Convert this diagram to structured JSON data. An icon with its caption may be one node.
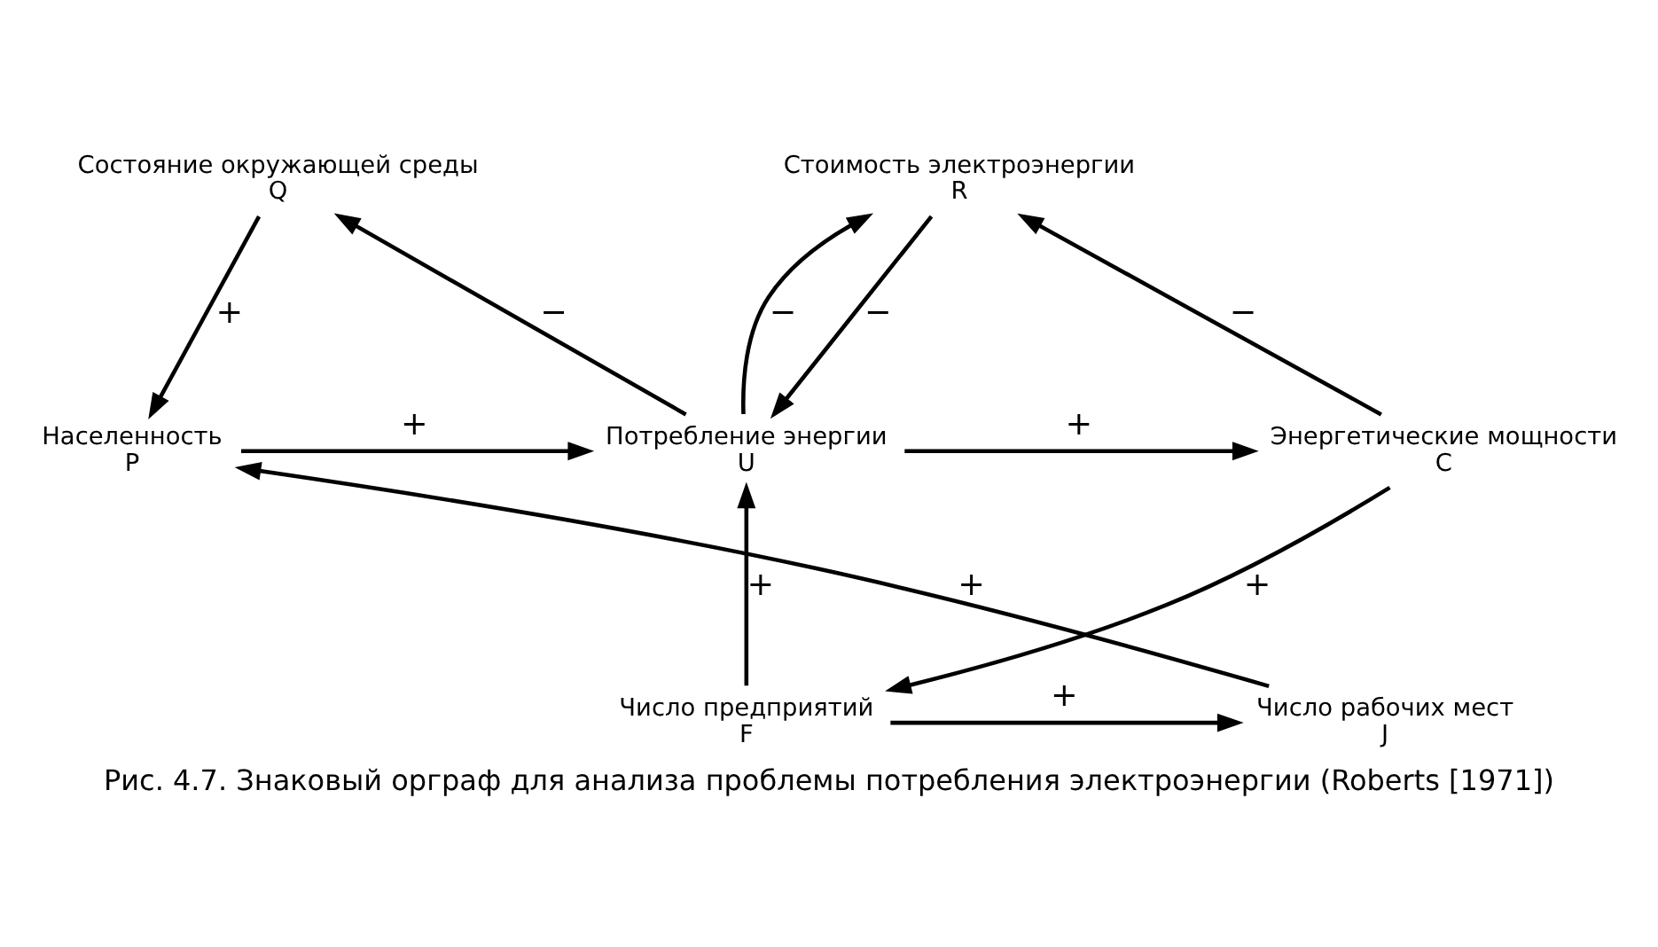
{
  "diagram": {
    "caption": "Рис. 4.7. Знаковый орграф для анализа проблемы потребления электроэнергии (Roberts [1971])",
    "nodes": [
      {
        "text": [
          "Стоимость электроэнергии",
          "R"
        ]
      },
      {
        "text": [
          "Состояние окружающей среды",
          "Q"
        ]
      },
      {
        "text": [
          "Энергетические мощности",
          "C"
        ]
      },
      {
        "text": [
          "Потребление энергии",
          "U"
        ]
      },
      {
        "text": [
          "Населенность",
          "P"
        ]
      },
      {
        "text": [
          "Число предприятий",
          "F"
        ]
      },
      {
        "text": [
          "Число рабочих мест",
          "J"
        ]
      }
    ],
    "edges": [
      {
        "from": 2,
        "to": 0,
        "arrow": "to",
        "label": "−"
      },
      {
        "from": 0,
        "to": 3,
        "arrow": "to",
        "label": "−"
      },
      {
        "from": 3,
        "to": 0,
        "arrow": "to",
        "label": "−"
      },
      {
        "from": 3,
        "to": 2,
        "arrow": "to",
        "label": "+"
      },
      {
        "from": 3,
        "to": 1,
        "arrow": "to",
        "label": "−"
      },
      {
        "from": 1,
        "to": 4,
        "arrow": "to",
        "label": "+"
      },
      {
        "from": 4,
        "to": 3,
        "arrow": "to",
        "label": "+"
      },
      {
        "from": 2,
        "to": 5,
        "arrow": "to",
        "label": "+"
      },
      {
        "from": 5,
        "to": 3,
        "arrow": "to",
        "label": "+"
      },
      {
        "from": 5,
        "to": 6,
        "arrow": "to",
        "label": "+"
      },
      {
        "from": 6,
        "to": 4,
        "arrow": "to",
        "label": "+"
      }
    ]
  }
}
